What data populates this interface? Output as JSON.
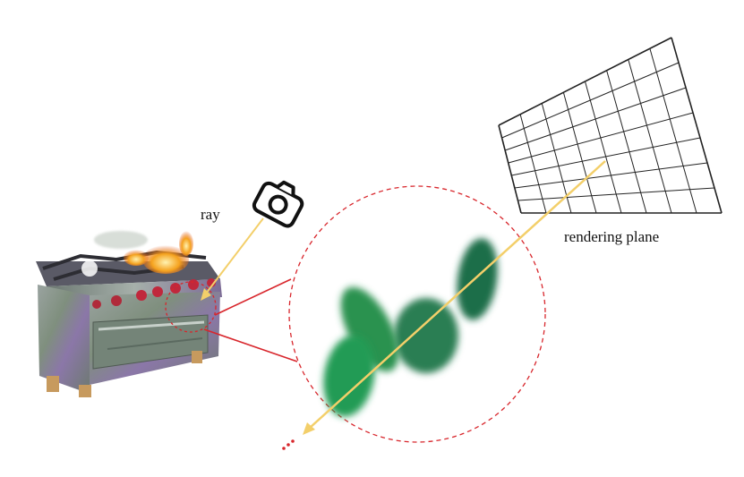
{
  "labels": {
    "ray": "ray",
    "rendering_plane": "rendering plane"
  },
  "icons": {
    "camera": "camera-icon",
    "stove": "stove-illustration"
  },
  "colors": {
    "ray": "#f3cf6a",
    "zoom_circle": "#d8262c",
    "connector": "#d8262c",
    "gaussian_green": "#239b55",
    "gaussian_dark": "#1f6e4a",
    "grid": "#222222"
  }
}
